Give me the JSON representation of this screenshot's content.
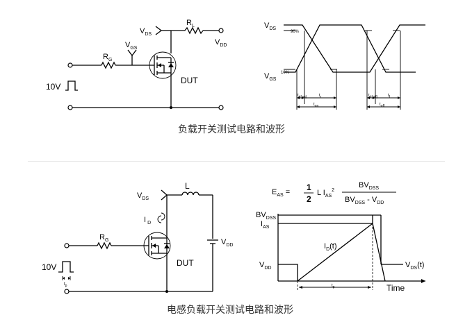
{
  "captions": {
    "top": "负载开关测试电路和波形",
    "bottom": "电感负载开关测试电路和波形"
  },
  "circuit1": {
    "vds": "V",
    "vds_sub": "DS",
    "rl": "R",
    "rl_sub": "L",
    "vdd": "V",
    "vdd_sub": "DD",
    "vgs": "V",
    "vgs_sub": "GS",
    "rg": "R",
    "rg_sub": "G",
    "dut": "DUT",
    "pulse": "10V"
  },
  "waveform1": {
    "vds": "V",
    "vds_sub": "DS",
    "vgs": "V",
    "vgs_sub": "GS",
    "p90": "90%",
    "p10": "10%",
    "td_on": "t",
    "td_on_sub": "d(on)",
    "tr": "t",
    "tr_sub": "r",
    "ton": "t",
    "ton_sub": "on",
    "td_off": "t",
    "td_off_sub": "d(off)",
    "tf": "t",
    "tf_sub": "f",
    "toff": "t",
    "toff_sub": "off"
  },
  "circuit2": {
    "vds": "V",
    "vds_sub": "DS",
    "l": "L",
    "id": "I",
    "id_sub": "D",
    "rg": "R",
    "rg_sub": "G",
    "vdd": "V",
    "vdd_sub": "DD",
    "dut": "DUT",
    "pulse": "10V",
    "tp": "t",
    "tp_sub": "p"
  },
  "formula": {
    "eas": "E",
    "eas_sub": "AS",
    "eq": "=",
    "num1": "1",
    "den1": "2",
    "li": "L I",
    "li_sub": "AS",
    "li_sup": "2",
    "num2": "BV",
    "num2_sub": "DSS",
    "den2a": "BV",
    "den2a_sub": "DSS",
    "den2b": " - V",
    "den2b_sub": "DD"
  },
  "waveform2": {
    "bvdss": "BV",
    "bvdss_sub": "DSS",
    "ias": "I",
    "ias_sub": "AS",
    "idt": "I",
    "idt_sub": "D",
    "idt_tail": "(t)",
    "vdd": "V",
    "vdd_sub": "DD",
    "vdst": "V",
    "vdst_sub": "DS",
    "vdst_tail": "(t)",
    "tp": "t",
    "tp_sub": "p",
    "time": "Time"
  }
}
